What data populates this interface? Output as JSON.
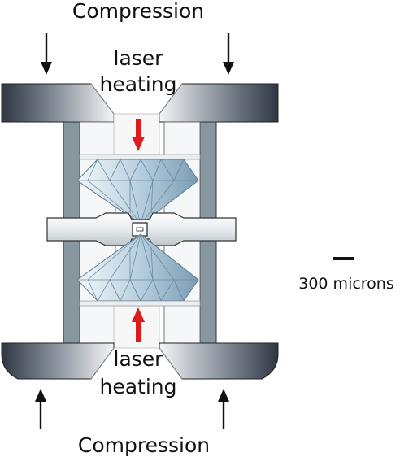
{
  "labels": {
    "compression_top": "Compression",
    "compression_bottom": "Compression",
    "laser_top_line1": "laser",
    "laser_top_line2": "heating",
    "laser_bottom_line1": "laser",
    "laser_bottom_line2": "heating",
    "scale": "300 microns"
  },
  "colors": {
    "metal_dark": "#3a4250",
    "metal_light": "#f2f4f6",
    "wall": "#7f929b",
    "diamond_light": "#eef5fa",
    "diamond_dark": "#86a6bc",
    "laser_arrow": "#e01a1a",
    "arrow": "#111111"
  },
  "icons": {
    "compression_arrow": "arrow-icon",
    "laser_arrow": "laser-arrow-icon"
  }
}
